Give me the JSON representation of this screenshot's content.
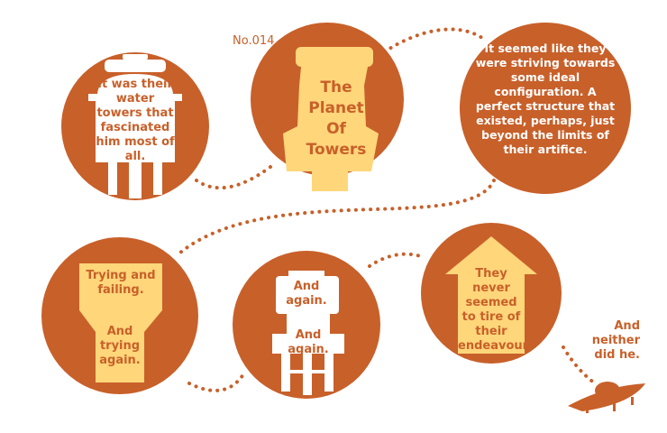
{
  "issue": "No.014",
  "colors": {
    "circle": "#c8602a",
    "tower_light": "#ffd67a",
    "white": "#ffffff",
    "dots": "#c8602a"
  },
  "panels": {
    "p1": "It was their water towers that fascinated him most of all.",
    "title": [
      "The",
      "Planet",
      "Of",
      "Towers"
    ],
    "p3": "It seemed like they were striving towards some ideal configuration. A perfect structure that existed, perhaps, just beyond the limits of their artifice.",
    "p4a": "Trying and failing.",
    "p4b": "And trying again.",
    "p5a": "And again.",
    "p5b": "And again.",
    "p6": "They never seemed to tire of their endeavour.",
    "p7": "And neither did he."
  },
  "icons": [
    "water-tower-icon",
    "ufo-icon"
  ]
}
